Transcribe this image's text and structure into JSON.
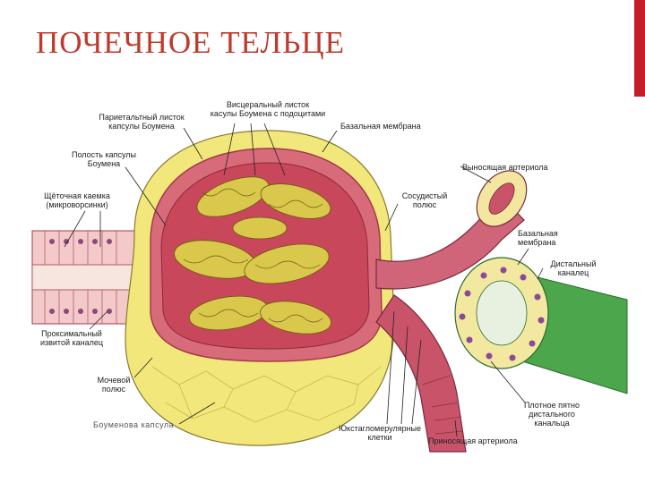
{
  "colors": {
    "title": "#c0392b",
    "accent_bar": "#c41e2a",
    "capsule_yellow": "#f2e77a",
    "glomerulus_red": "#c8475a",
    "glomerulus_loops": "#d9c84c",
    "arteriole_pink": "#c9546a",
    "tubule_green": "#4ca64c",
    "label_text": "#222222",
    "leader_line": "#222222"
  },
  "slide": {
    "title": "ПОЧЕЧНОЕ  ТЕЛЬЦЕ"
  },
  "labels": {
    "visceral_layer": "Висцеральный листок\nкасулы Боумена с подоцитами",
    "parietal_layer": "Париетальтный листок\nкапсулы Боумена",
    "basal_membrane_top": "Базальная мембрана",
    "capsule_cavity": "Полость капсулы\nБоумена",
    "efferent_arteriole": "Выносящая артериола",
    "brush_border": "Щёточная каемка\n(микроворсинки)",
    "vascular_pole": "Сосудистый\nполюс",
    "basal_membrane_right": "Базальная\nмембрана",
    "distal_tubule": "Дистальный\nканалец",
    "proximal_tubule": "Проксимальный\nизвитой каналец",
    "urinary_pole": "Мочевой\nполюс",
    "bowman_capsule": "Боуменова  капсула",
    "macula_densa": "Плотное пятно\nдистального\nканальца",
    "juxtaglomerular_cells": "Юкстагломерулярные\nклетки",
    "afferent_arteriole": "Приносящая артериола"
  }
}
